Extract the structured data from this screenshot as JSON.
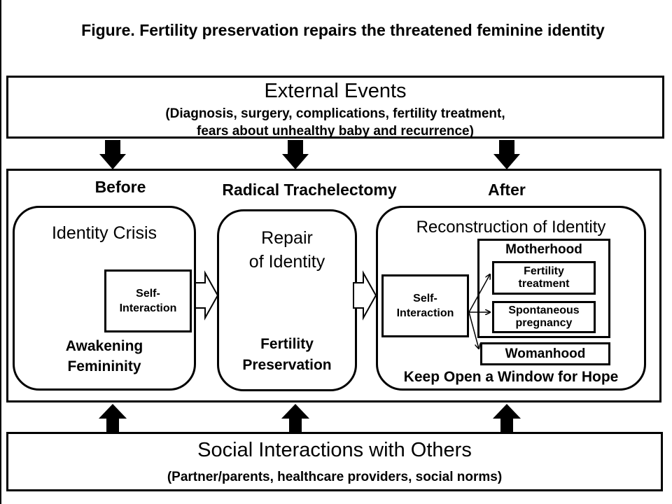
{
  "title": "Figure.  Fertility preservation repairs the threatened feminine identity",
  "external": {
    "heading": "External Events",
    "detail_line1": "(Diagnosis, surgery, complications, fertility treatment,",
    "detail_line2": "fears about unhealthy baby and recurrence)"
  },
  "phases": {
    "before": "Before",
    "middle": "Radical Trachelectomy",
    "after": "After"
  },
  "crisis": {
    "heading": "Identity Crisis",
    "self_line1": "Self-",
    "self_line2": "Interaction",
    "footer_line1": "Awakening",
    "footer_line2": "Femininity"
  },
  "repair": {
    "heading_line1": "Repair",
    "heading_line2": "of Identity",
    "footer_line1": "Fertility",
    "footer_line2": "Preservation"
  },
  "reconstruction": {
    "heading": "Reconstruction of Identity",
    "self_line1": "Self-",
    "self_line2": "Interaction",
    "motherhood": "Motherhood",
    "fertility_line1": "Fertility",
    "fertility_line2": "treatment",
    "spont_line1": "Spontaneous",
    "spont_line2": "pregnancy",
    "womanhood": "Womanhood",
    "footer": "Keep Open a Window for Hope"
  },
  "social": {
    "heading": "Social Interactions with Others",
    "detail": "(Partner/parents, healthcare providers, social norms)"
  }
}
